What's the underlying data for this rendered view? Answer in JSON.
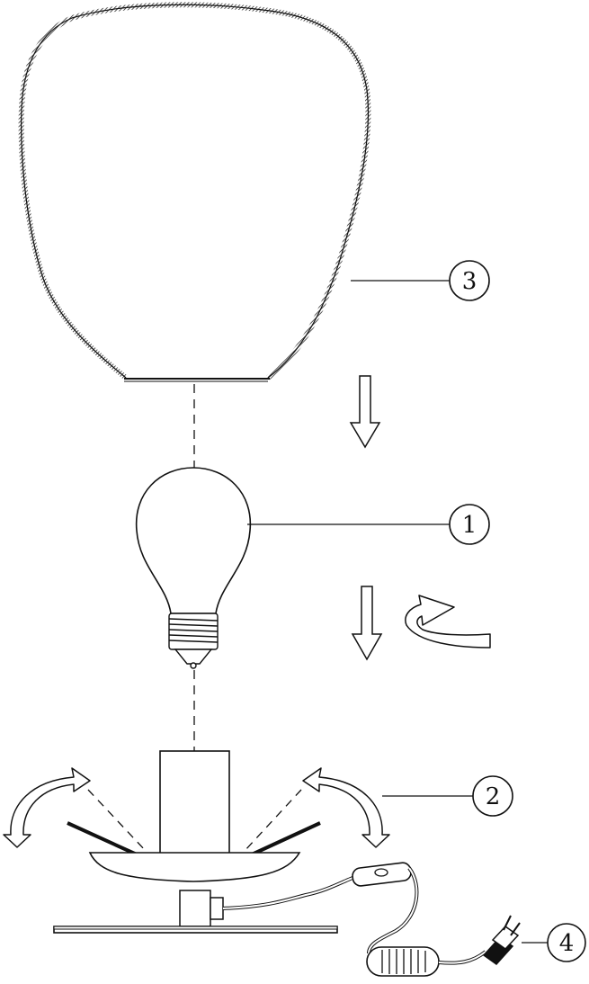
{
  "diagram": {
    "callouts": [
      {
        "id": "shade",
        "number": "3"
      },
      {
        "id": "bulb",
        "number": "1"
      },
      {
        "id": "base",
        "number": "2"
      },
      {
        "id": "plug",
        "number": "4"
      }
    ],
    "colors": {
      "line": "#111111",
      "background": "#ffffff"
    }
  }
}
